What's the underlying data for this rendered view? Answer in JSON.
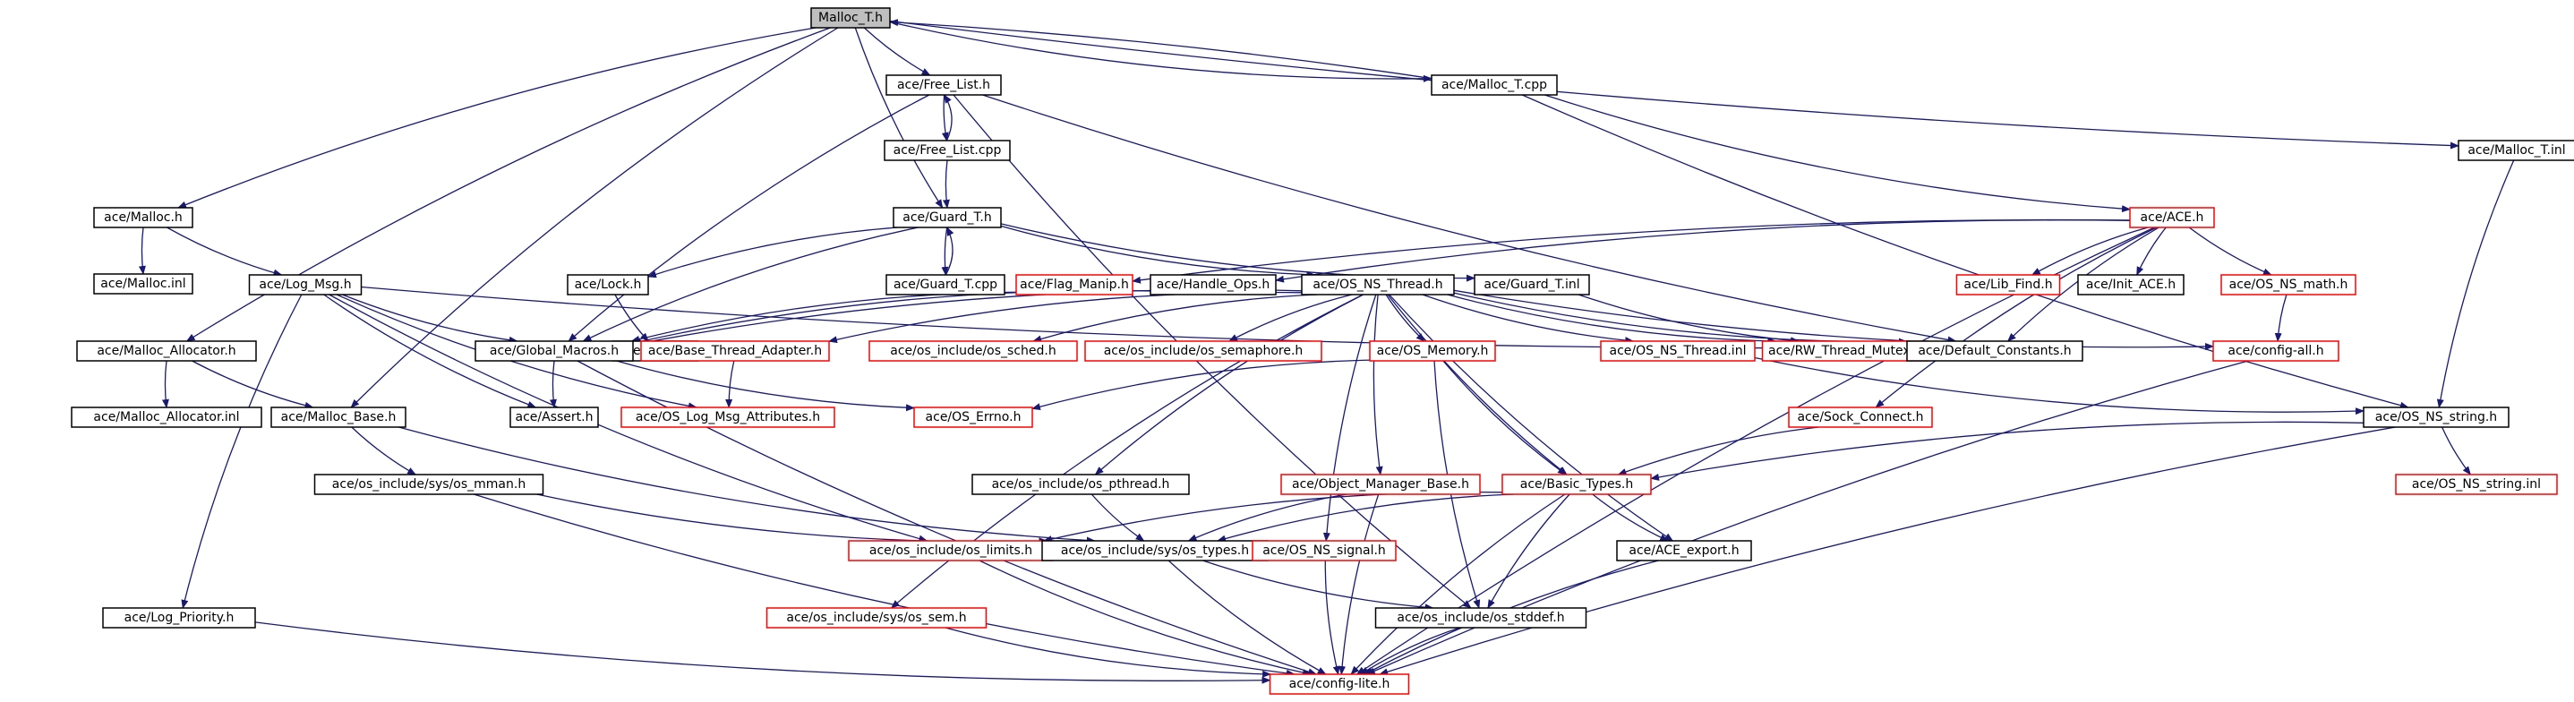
{
  "colors": {
    "edge": "#191970",
    "black_border": "#000000",
    "red_border": "#ff0000",
    "root_fill": "#bfbfbf"
  },
  "nodes": [
    {
      "id": "malloc_t_h",
      "label": "Malloc_T.h",
      "border": "root"
    },
    {
      "id": "free_list_h",
      "label": "ace/Free_List.h",
      "border": "black"
    },
    {
      "id": "malloc_t_cpp",
      "label": "ace/Malloc_T.cpp",
      "border": "black"
    },
    {
      "id": "free_list_cpp",
      "label": "ace/Free_List.cpp",
      "border": "black"
    },
    {
      "id": "malloc_t_inl",
      "label": "ace/Malloc_T.inl",
      "border": "black"
    },
    {
      "id": "malloc_h",
      "label": "ace/Malloc.h",
      "border": "black"
    },
    {
      "id": "guard_t_h",
      "label": "ace/Guard_T.h",
      "border": "black"
    },
    {
      "id": "ace_h",
      "label": "ace/ACE.h",
      "border": "red"
    },
    {
      "id": "malloc_inl",
      "label": "ace/Malloc.inl",
      "border": "black"
    },
    {
      "id": "log_msg_h",
      "label": "ace/Log_Msg.h",
      "border": "black"
    },
    {
      "id": "lock_h",
      "label": "ace/Lock.h",
      "border": "black"
    },
    {
      "id": "guard_t_cpp",
      "label": "ace/Guard_T.cpp",
      "border": "black"
    },
    {
      "id": "flag_manip_h",
      "label": "ace/Flag_Manip.h",
      "border": "red"
    },
    {
      "id": "handle_ops_h",
      "label": "ace/Handle_Ops.h",
      "border": "black"
    },
    {
      "id": "os_ns_thread_h",
      "label": "ace/OS_NS_Thread.h",
      "border": "black"
    },
    {
      "id": "guard_t_inl",
      "label": "ace/Guard_T.inl",
      "border": "black"
    },
    {
      "id": "lib_find_h",
      "label": "ace/Lib_Find.h",
      "border": "red"
    },
    {
      "id": "init_ace_h",
      "label": "ace/Init_ACE.h",
      "border": "black"
    },
    {
      "id": "os_ns_math_h",
      "label": "ace/OS_NS_math.h",
      "border": "red"
    },
    {
      "id": "malloc_allocator_h",
      "label": "ace/Malloc_Allocator.h",
      "border": "black"
    },
    {
      "id": "lock_inl",
      "label": "ace/Lock.inl",
      "border": "black"
    },
    {
      "id": "global_macros_h",
      "label": "ace/Global_Macros.h",
      "border": "black"
    },
    {
      "id": "base_thread_adapter_h",
      "label": "ace/Base_Thread_Adapter.h",
      "border": "red"
    },
    {
      "id": "os_sched_h",
      "label": "ace/os_include/os_sched.h",
      "border": "red"
    },
    {
      "id": "os_semaphore_h",
      "label": "ace/os_include/os_semaphore.h",
      "border": "red"
    },
    {
      "id": "os_memory_h",
      "label": "ace/OS_Memory.h",
      "border": "red"
    },
    {
      "id": "os_ns_thread_inl",
      "label": "ace/OS_NS_Thread.inl",
      "border": "red"
    },
    {
      "id": "rw_thread_mutex_h",
      "label": "ace/RW_Thread_Mutex.h",
      "border": "red"
    },
    {
      "id": "default_constants_h",
      "label": "ace/Default_Constants.h",
      "border": "black"
    },
    {
      "id": "config_all_h",
      "label": "ace/config-all.h",
      "border": "red"
    },
    {
      "id": "malloc_allocator_inl",
      "label": "ace/Malloc_Allocator.inl",
      "border": "black"
    },
    {
      "id": "malloc_base_h",
      "label": "ace/Malloc_Base.h",
      "border": "black"
    },
    {
      "id": "assert_h",
      "label": "ace/Assert.h",
      "border": "black"
    },
    {
      "id": "os_log_msg_attributes_h",
      "label": "ace/OS_Log_Msg_Attributes.h",
      "border": "red"
    },
    {
      "id": "os_errno_h",
      "label": "ace/OS_Errno.h",
      "border": "red"
    },
    {
      "id": "sock_connect_h",
      "label": "ace/Sock_Connect.h",
      "border": "red"
    },
    {
      "id": "os_ns_string_h",
      "label": "ace/OS_NS_string.h",
      "border": "black"
    },
    {
      "id": "sys_os_mman_h",
      "label": "ace/os_include/sys/os_mman.h",
      "border": "black"
    },
    {
      "id": "os_pthread_h",
      "label": "ace/os_include/os_pthread.h",
      "border": "black"
    },
    {
      "id": "object_manager_base_h",
      "label": "ace/Object_Manager_Base.h",
      "border": "red"
    },
    {
      "id": "basic_types_h",
      "label": "ace/Basic_Types.h",
      "border": "red"
    },
    {
      "id": "os_ns_string_inl",
      "label": "ace/OS_NS_string.inl",
      "border": "red"
    },
    {
      "id": "os_limits_h",
      "label": "ace/os_include/os_limits.h",
      "border": "red"
    },
    {
      "id": "sys_os_types_h",
      "label": "ace/os_include/sys/os_types.h",
      "border": "black"
    },
    {
      "id": "ace_export_h",
      "label": "ace/ACE_export.h",
      "border": "black"
    },
    {
      "id": "os_ns_signal_h",
      "label": "ace/OS_NS_signal.h",
      "border": "red"
    },
    {
      "id": "log_priority_h",
      "label": "ace/Log_Priority.h",
      "border": "black"
    },
    {
      "id": "sys_os_sem_h",
      "label": "ace/os_include/sys/os_sem.h",
      "border": "red"
    },
    {
      "id": "os_stddef_h",
      "label": "ace/os_include/os_stddef.h",
      "border": "black"
    },
    {
      "id": "config_lite_h",
      "label": "ace/config-lite.h",
      "border": "red"
    }
  ],
  "edges": [
    [
      "malloc_t_h",
      "free_list_h"
    ],
    [
      "malloc_t_h",
      "malloc_t_cpp"
    ],
    [
      "malloc_t_h",
      "malloc_t_inl"
    ],
    [
      "malloc_t_h",
      "malloc_h"
    ],
    [
      "malloc_t_h",
      "guard_t_h"
    ],
    [
      "malloc_t_h",
      "malloc_allocator_h"
    ],
    [
      "malloc_t_h",
      "malloc_base_h"
    ],
    [
      "free_list_h",
      "free_list_cpp"
    ],
    [
      "free_list_h",
      "global_macros_h"
    ],
    [
      "free_list_h",
      "default_constants_h"
    ],
    [
      "free_list_h",
      "os_stddef_h"
    ],
    [
      "free_list_cpp",
      "free_list_h"
    ],
    [
      "free_list_cpp",
      "guard_t_h"
    ],
    [
      "malloc_t_cpp",
      "malloc_t_h"
    ],
    [
      "malloc_t_cpp",
      "ace_h"
    ],
    [
      "malloc_t_cpp",
      "os_ns_string_h"
    ],
    [
      "malloc_t_inl",
      "os_ns_string_h"
    ],
    [
      "malloc_h",
      "malloc_inl"
    ],
    [
      "malloc_h",
      "log_msg_h"
    ],
    [
      "guard_t_h",
      "lock_h"
    ],
    [
      "guard_t_h",
      "guard_t_cpp"
    ],
    [
      "guard_t_h",
      "os_ns_thread_h"
    ],
    [
      "guard_t_h",
      "guard_t_inl"
    ],
    [
      "guard_t_h",
      "global_macros_h"
    ],
    [
      "guard_t_cpp",
      "guard_t_h"
    ],
    [
      "ace_h",
      "flag_manip_h"
    ],
    [
      "ace_h",
      "handle_ops_h"
    ],
    [
      "ace_h",
      "lib_find_h"
    ],
    [
      "ace_h",
      "init_ace_h"
    ],
    [
      "ace_h",
      "os_ns_math_h"
    ],
    [
      "ace_h",
      "default_constants_h"
    ],
    [
      "ace_h",
      "config_lite_h"
    ],
    [
      "ace_h",
      "sock_connect_h"
    ],
    [
      "log_msg_h",
      "global_macros_h"
    ],
    [
      "log_msg_h",
      "assert_h"
    ],
    [
      "log_msg_h",
      "os_log_msg_attributes_h"
    ],
    [
      "log_msg_h",
      "log_priority_h"
    ],
    [
      "log_msg_h",
      "os_limits_h"
    ],
    [
      "log_msg_h",
      "default_constants_h"
    ],
    [
      "lock_h",
      "lock_inl"
    ],
    [
      "flag_manip_h",
      "global_macros_h"
    ],
    [
      "handle_ops_h",
      "global_macros_h"
    ],
    [
      "os_ns_thread_h",
      "global_macros_h"
    ],
    [
      "os_ns_thread_h",
      "base_thread_adapter_h"
    ],
    [
      "os_ns_thread_h",
      "os_sched_h"
    ],
    [
      "os_ns_thread_h",
      "os_semaphore_h"
    ],
    [
      "os_ns_thread_h",
      "os_memory_h"
    ],
    [
      "os_ns_thread_h",
      "os_ns_thread_inl"
    ],
    [
      "os_ns_thread_h",
      "rw_thread_mutex_h"
    ],
    [
      "os_ns_thread_h",
      "default_constants_h"
    ],
    [
      "os_ns_thread_h",
      "config_all_h"
    ],
    [
      "os_ns_thread_h",
      "os_pthread_h"
    ],
    [
      "os_ns_thread_h",
      "object_manager_base_h"
    ],
    [
      "os_ns_thread_h",
      "basic_types_h"
    ],
    [
      "os_ns_thread_h",
      "os_ns_signal_h"
    ],
    [
      "os_ns_thread_h",
      "sys_os_sem_h"
    ],
    [
      "os_ns_thread_h",
      "ace_export_h"
    ],
    [
      "guard_t_inl",
      "rw_thread_mutex_h"
    ],
    [
      "os_ns_math_h",
      "config_all_h"
    ],
    [
      "malloc_allocator_h",
      "malloc_allocator_inl"
    ],
    [
      "malloc_allocator_h",
      "malloc_base_h"
    ],
    [
      "global_macros_h",
      "assert_h"
    ],
    [
      "global_macros_h",
      "os_errno_h"
    ],
    [
      "global_macros_h",
      "config_lite_h"
    ],
    [
      "base_thread_adapter_h",
      "os_log_msg_attributes_h"
    ],
    [
      "os_memory_h",
      "os_errno_h"
    ],
    [
      "os_memory_h",
      "basic_types_h"
    ],
    [
      "os_memory_h",
      "os_stddef_h"
    ],
    [
      "os_ns_thread_inl",
      "os_ns_string_h"
    ],
    [
      "config_all_h",
      "config_lite_h"
    ],
    [
      "malloc_base_h",
      "sys_os_mman_h"
    ],
    [
      "malloc_base_h",
      "sys_os_types_h"
    ],
    [
      "sock_connect_h",
      "basic_types_h"
    ],
    [
      "os_ns_string_h",
      "basic_types_h"
    ],
    [
      "os_ns_string_h",
      "os_ns_string_inl"
    ],
    [
      "os_ns_string_h",
      "config_lite_h"
    ],
    [
      "sys_os_mman_h",
      "sys_os_types_h"
    ],
    [
      "sys_os_mman_h",
      "config_lite_h"
    ],
    [
      "os_pthread_h",
      "sys_os_types_h"
    ],
    [
      "object_manager_base_h",
      "sys_os_types_h"
    ],
    [
      "object_manager_base_h",
      "config_lite_h"
    ],
    [
      "basic_types_h",
      "os_limits_h"
    ],
    [
      "basic_types_h",
      "sys_os_types_h"
    ],
    [
      "basic_types_h",
      "ace_export_h"
    ],
    [
      "basic_types_h",
      "os_stddef_h"
    ],
    [
      "basic_types_h",
      "config_lite_h"
    ],
    [
      "os_limits_h",
      "config_lite_h"
    ],
    [
      "sys_os_types_h",
      "os_stddef_h"
    ],
    [
      "sys_os_types_h",
      "config_lite_h"
    ],
    [
      "ace_export_h",
      "config_lite_h"
    ],
    [
      "os_ns_signal_h",
      "config_lite_h"
    ],
    [
      "log_priority_h",
      "config_lite_h"
    ],
    [
      "sys_os_sem_h",
      "config_lite_h"
    ],
    [
      "os_stddef_h",
      "config_lite_h"
    ]
  ]
}
